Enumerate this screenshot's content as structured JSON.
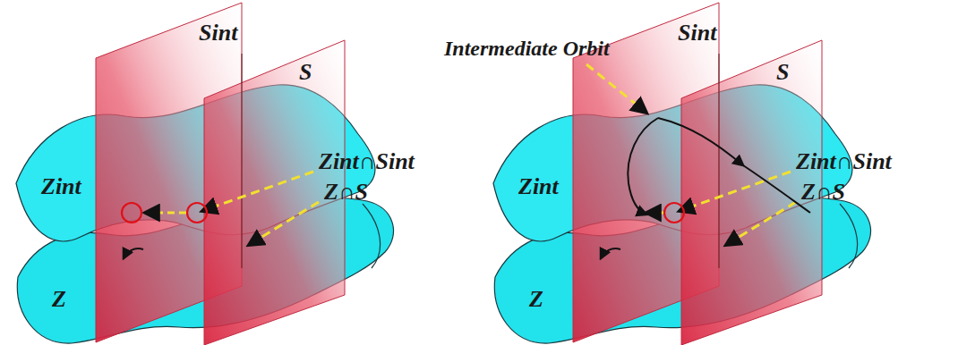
{
  "diagram": {
    "labels": [
      "Sint",
      "S",
      "Zint",
      "Zint∩Sint",
      "Z∩S",
      "Z",
      "Intermediate Orbit",
      "Sint",
      "S",
      "Zint",
      "Zint∩Sint",
      "Z∩S",
      "Z"
    ]
  }
}
